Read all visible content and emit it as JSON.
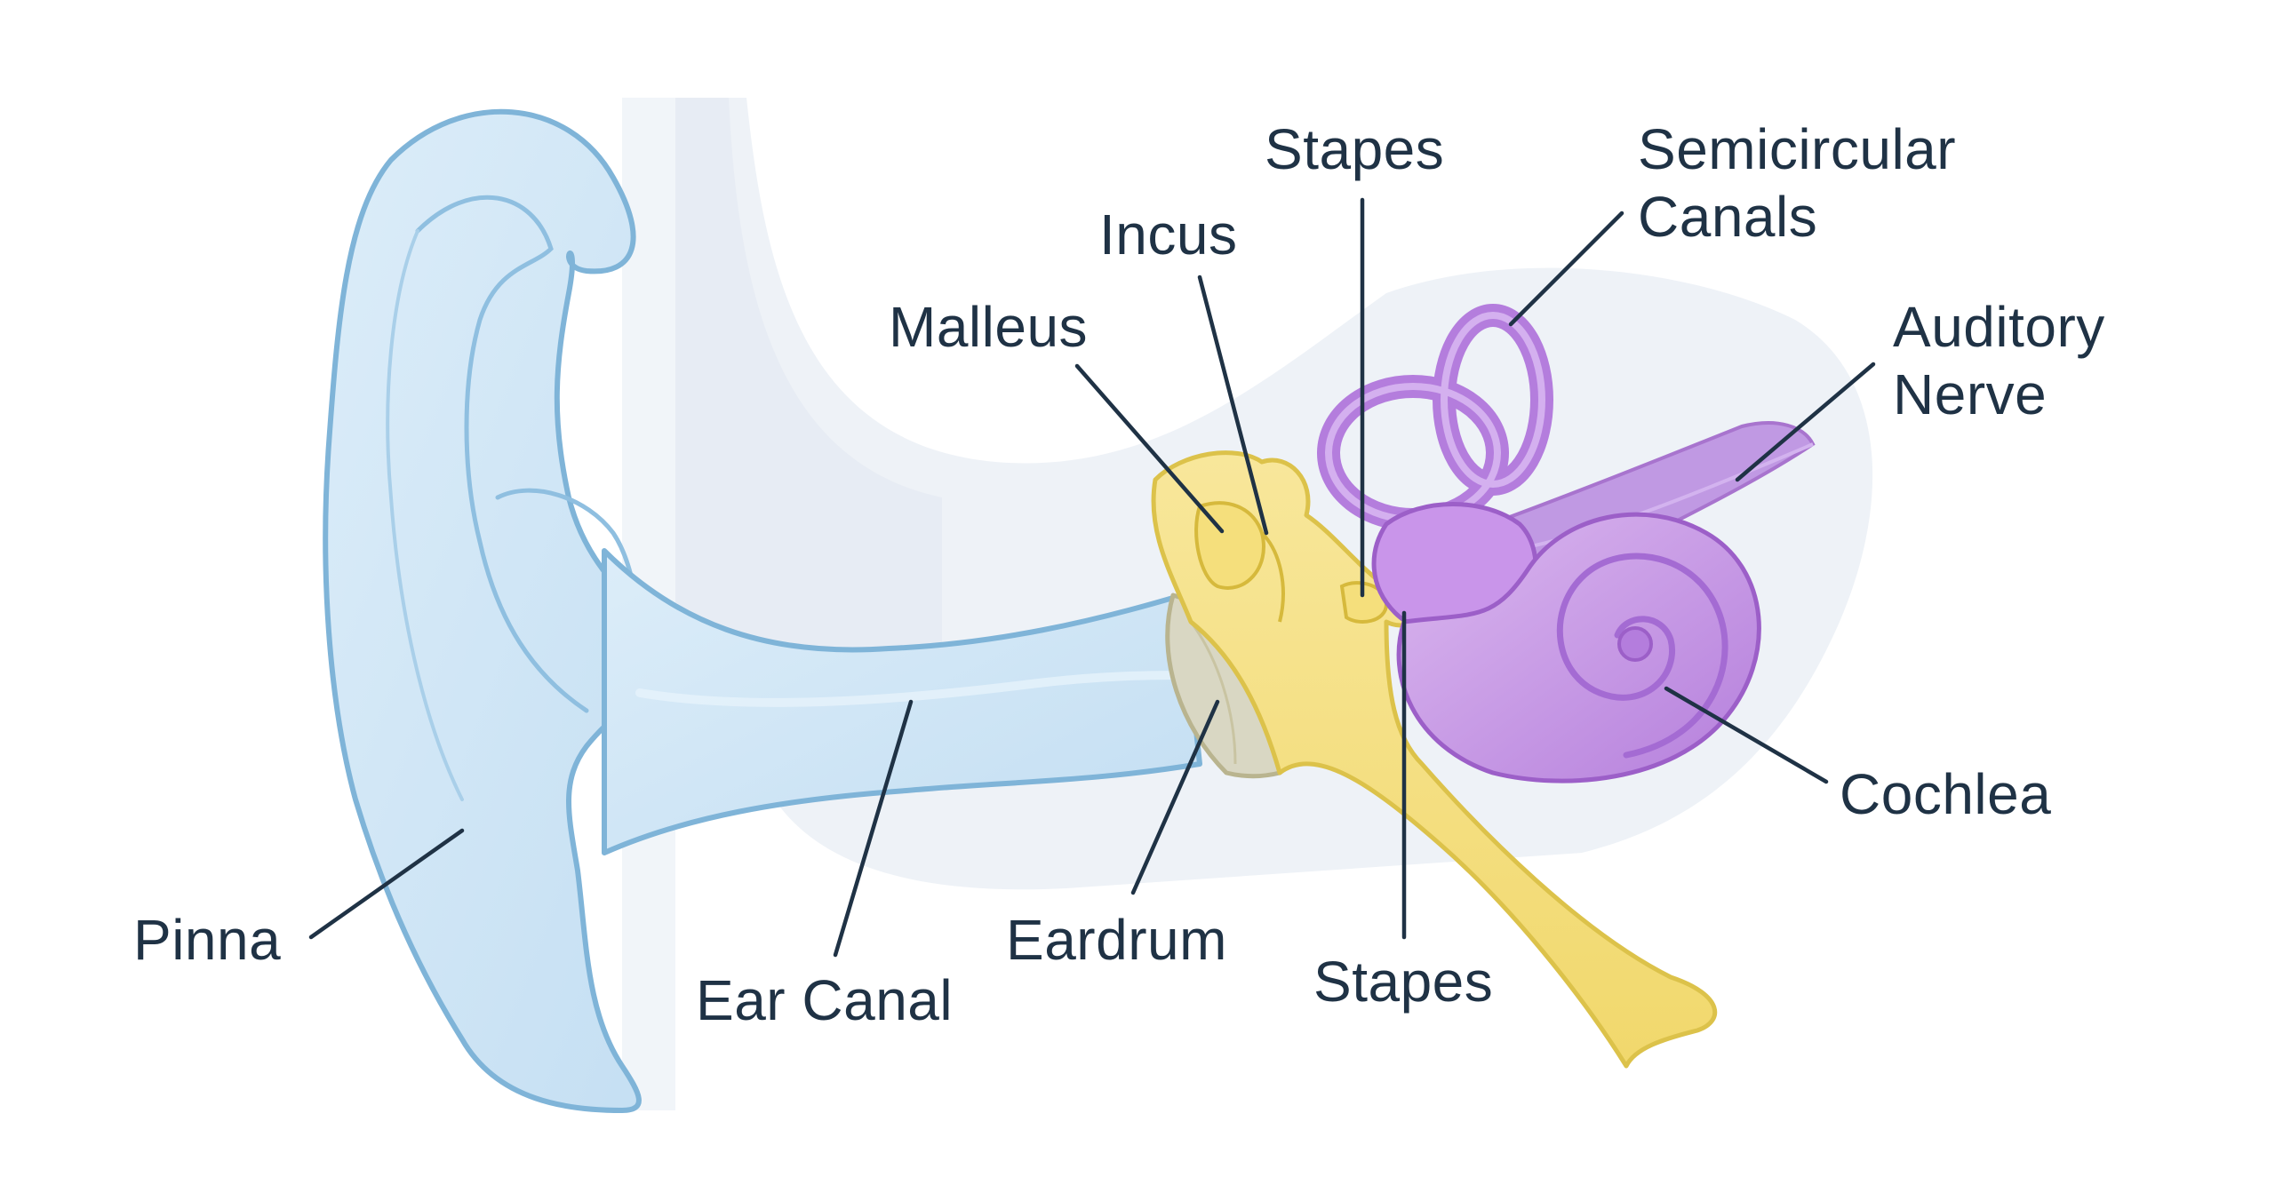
{
  "labels": {
    "pinna": "Pinna",
    "ear_canal": "Ear Canal",
    "eardrum": "Eardrum",
    "malleus": "Malleus",
    "incus": "Incus",
    "stapes_top": "Stapes",
    "stapes_bottom": "Stapes",
    "semicircular_canals_line1": "Semicircular",
    "semicircular_canals_line2": "Canals",
    "auditory_nerve_line1": "Auditory",
    "auditory_nerve_line2": "Nerve",
    "cochlea": "Cochlea"
  },
  "colors": {
    "outer_ear_fill": "#cfe6f6",
    "outer_ear_stroke": "#7fb4d8",
    "ossicles_fill": "#f7e38e",
    "ossicles_stroke": "#dcc24a",
    "inner_ear_fill": "#cfa3e8",
    "inner_ear_stroke": "#9c5fc8",
    "bone_fill": "#e8edf3",
    "label_color": "#1f3245"
  }
}
